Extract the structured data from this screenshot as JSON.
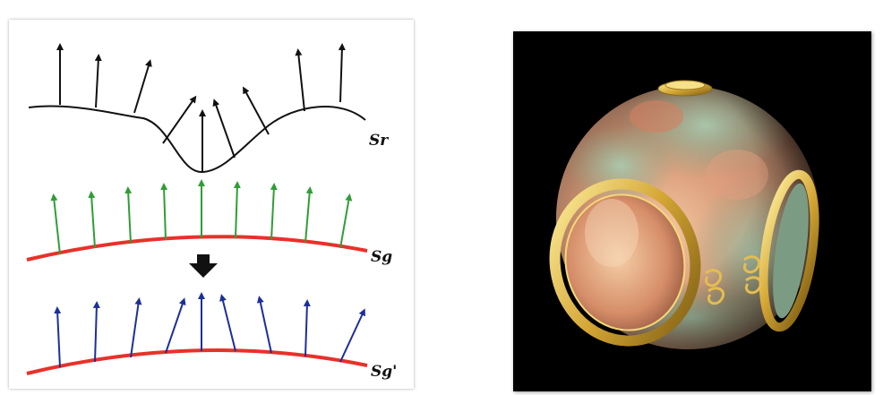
{
  "diagram": {
    "labels": {
      "sr": "Sr",
      "sg": "Sg",
      "sg_prime": "Sg'"
    },
    "colors": {
      "rough_surface": "#111111",
      "rough_normals": "#111111",
      "geometry_surface": "#e8312a",
      "geometry_normals": "#2f9e35",
      "result_normals": "#1d2f9a",
      "arrow": "#111111"
    }
  },
  "render": {
    "background": "#000000",
    "sphere_colors": [
      "#d99a78",
      "#8fb59a",
      "#c9a35a"
    ],
    "trim_color": "#e0b84a"
  }
}
